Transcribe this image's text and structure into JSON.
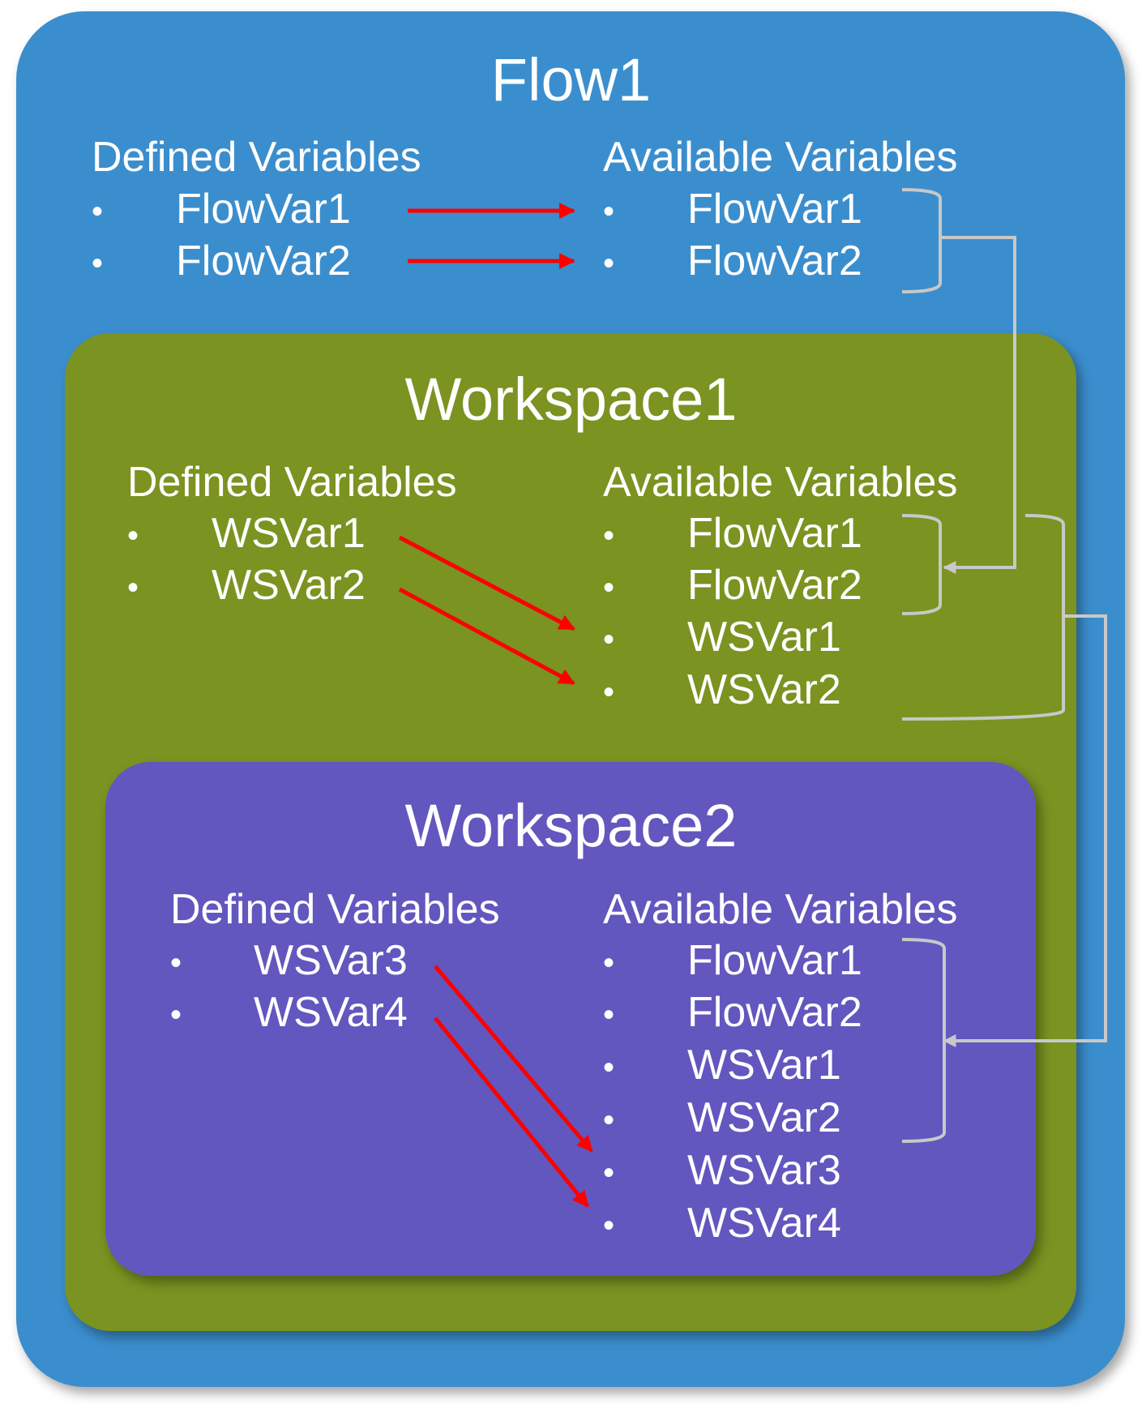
{
  "flow": {
    "title": "Flow1",
    "defined_heading": "Defined Variables",
    "available_heading": "Available Variables",
    "defined": [
      "FlowVar1",
      "FlowVar2"
    ],
    "available": [
      "FlowVar1",
      "FlowVar2"
    ]
  },
  "workspace1": {
    "title": "Workspace1",
    "defined_heading": "Defined Variables",
    "available_heading": "Available Variables",
    "defined": [
      "WSVar1",
      "WSVar2"
    ],
    "available": [
      "FlowVar1",
      "FlowVar2",
      "WSVar1",
      "WSVar2"
    ]
  },
  "workspace2": {
    "title": "Workspace2",
    "defined_heading": "Defined Variables",
    "available_heading": "Available Variables",
    "defined": [
      "WSVar3",
      "WSVar4"
    ],
    "available": [
      "FlowVar1",
      "FlowVar2",
      "WSVar1",
      "WSVar2",
      "WSVar3",
      "WSVar4"
    ]
  },
  "bullet_glyph": "•",
  "colors": {
    "flow_bg": "#3B8ECE",
    "workspace1_bg": "#7A9321",
    "workspace2_bg": "#6257BF",
    "text": "#FFFFFF",
    "define_arrow": "#FF0000",
    "inherit_connector": "#C8C8C8"
  }
}
